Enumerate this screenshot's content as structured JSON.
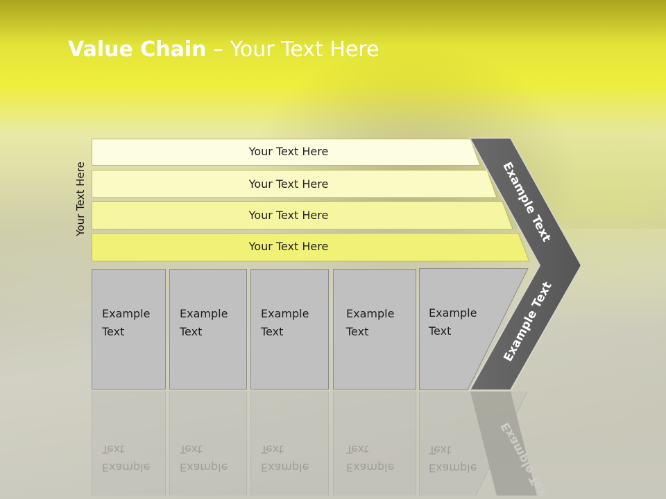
{
  "title": {
    "bold": "Value Chain",
    "rest": " – Your Text Here"
  },
  "side_label": "Your Text Here",
  "support_layers": [
    {
      "label": "Your Text Here"
    },
    {
      "label": "Your Text Here"
    },
    {
      "label": "Your Text Here"
    },
    {
      "label": "Your Text Here"
    }
  ],
  "activities": [
    {
      "line1": "Example",
      "line2": "Text"
    },
    {
      "line1": "Example",
      "line2": "Text"
    },
    {
      "line1": "Example",
      "line2": "Text"
    },
    {
      "line1": "Example",
      "line2": "Text"
    },
    {
      "line1": "Example",
      "line2": "Text"
    }
  ],
  "chevron": {
    "upper_label": "Example Text",
    "lower_label": "Example Text"
  },
  "colors": {
    "layer_fills": [
      "#fdfde2",
      "#fafac4",
      "#f6f6a2",
      "#f1f177"
    ],
    "activity_fill": "#c0c0c0",
    "chevron_fill": "#616161"
  }
}
